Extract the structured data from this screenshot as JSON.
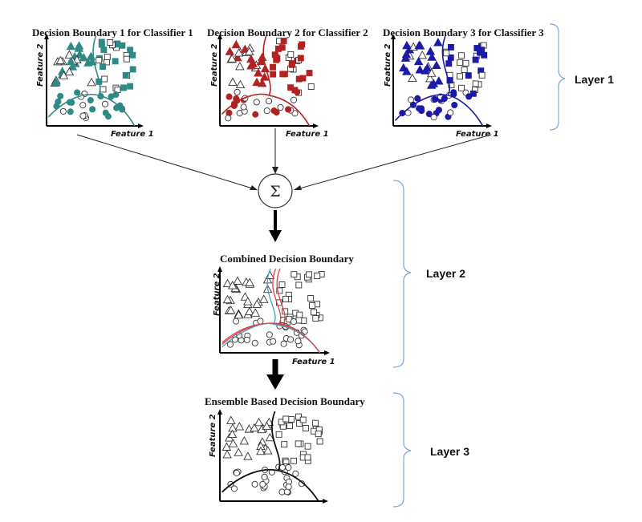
{
  "panels": [
    {
      "id": "p1",
      "title": "Decision Boundary 1 for Classifier 1",
      "xlabel": "Feature 1",
      "ylabel": "Feature 2",
      "color": "#2e8b84"
    },
    {
      "id": "p2",
      "title": "Decision Boundary 2 for Classifier 2",
      "xlabel": "Feature 1",
      "ylabel": "Feature 2",
      "color": "#b22222"
    },
    {
      "id": "p3",
      "title": "Decision Boundary 3 for Classifier 3",
      "xlabel": "Feature 1",
      "ylabel": "Feature 2",
      "color": "#1a1aa6"
    },
    {
      "id": "p4",
      "title": "Combined Decision Boundary",
      "xlabel": "Feature 1",
      "ylabel": "Feature 2",
      "color": "#555555"
    },
    {
      "id": "p5",
      "title": "Ensemble Based Decision Boundary",
      "xlabel": "",
      "ylabel": "Feature 2",
      "color": "#111111"
    }
  ],
  "layers": [
    "Layer 1",
    "Layer 2",
    "Layer 3"
  ],
  "sum_symbol": "Σ",
  "colors": {
    "bracket": "#7da7d9",
    "arrow": "#000000",
    "combined_line_a": "#d9434b",
    "combined_line_b": "#4a9fb0"
  }
}
